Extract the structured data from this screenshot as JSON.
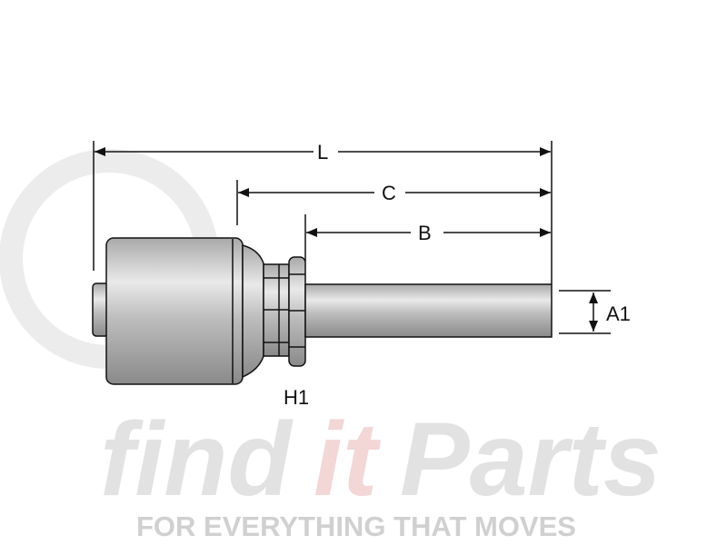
{
  "watermark": {
    "brand_part1": "find",
    "brand_part2": "it",
    "brand_part3": "Parts",
    "tagline": "FOR EVERYTHING THAT MOVES",
    "gray": "#e6e6e6",
    "pink": "#f6dede"
  },
  "dimensions": {
    "L": "L",
    "C": "C",
    "B": "B",
    "A1": "A1",
    "H1": "H1"
  },
  "colors": {
    "line": "#111111",
    "metal_light": "#e8e8e8",
    "metal_dark": "#8c8c8c"
  }
}
